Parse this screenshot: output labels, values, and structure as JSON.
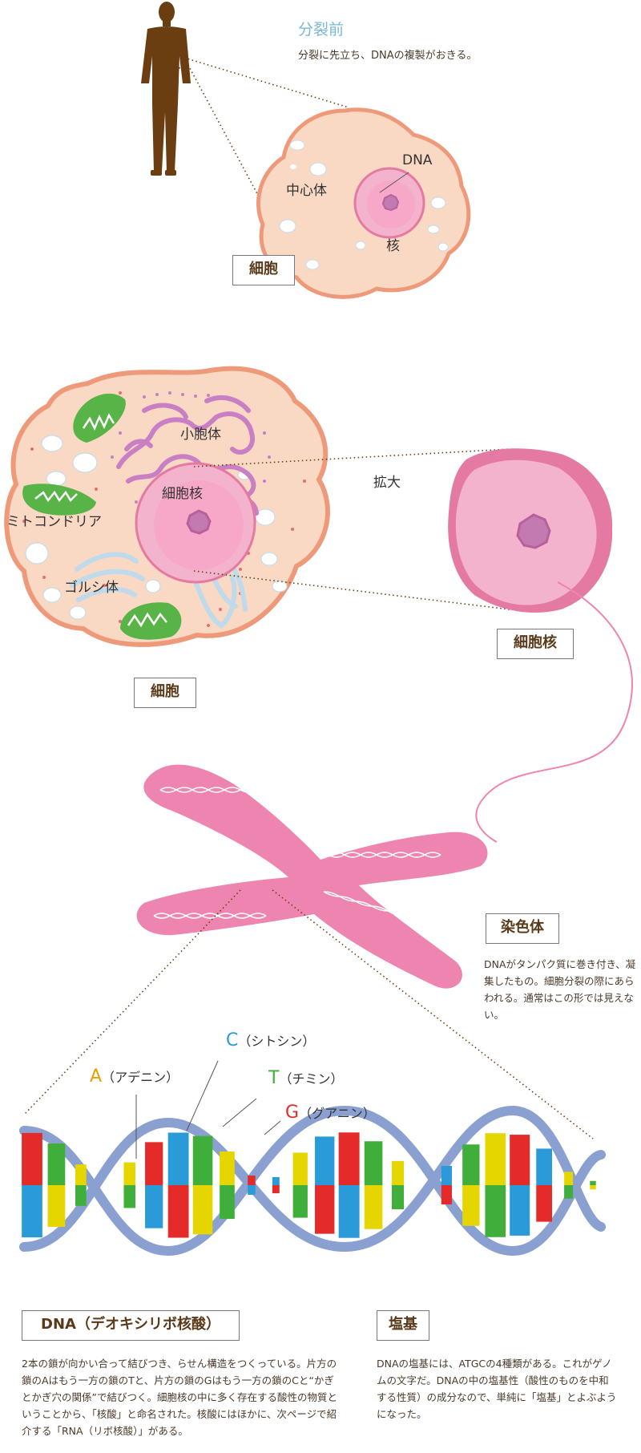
{
  "colors": {
    "skin": "#f9d8c4",
    "membrane": "#ee9a7a",
    "nucleus": "#f4b3cc",
    "nucleus_edge": "#e47aa2",
    "nucleolus": "#c37ab0",
    "chromosome": "#ee84b0",
    "golgi": "#c97fc4",
    "mito": "#58b447",
    "backbone": "#8aa0d0",
    "brown": "#6b3e12",
    "title_blue": "#7ab8d6",
    "A": "#e6d600",
    "T": "#3fae3a",
    "G": "#e52a2a",
    "C": "#2a9bd8"
  },
  "top": {
    "title": "分裂前",
    "subtitle": "分裂に先立ち、DNAの複製がおきる。",
    "label_dna": "DNA",
    "label_centrosome": "中心体",
    "label_nucleus": "核",
    "box_cell": "細胞"
  },
  "middle": {
    "label_vesicle": "小胞体",
    "label_cell_nucleus": "細胞核",
    "label_mito": "ミトコンドリア",
    "label_golgi": "ゴルシ体",
    "label_zoom": "拡大",
    "box_cell": "細胞",
    "box_nucleus": "細胞核"
  },
  "chromosome": {
    "box": "染色体",
    "desc": "DNAがタンパク質に巻き付き、凝集したもの。細胞分裂の際にあらわれる。通常はこの形では見えない。"
  },
  "bases": {
    "A": {
      "letter": "A",
      "name": "（アデニン）"
    },
    "C": {
      "letter": "C",
      "name": "（シトシン）"
    },
    "T": {
      "letter": "T",
      "name": "（チミン）"
    },
    "G": {
      "letter": "G",
      "name": "（グアニン）"
    }
  },
  "bottom": {
    "dna_box": "DNA（デオキシリボ核酸）",
    "dna_desc": "2本の鎖が向かい合って結びつき、らせん構造をつくっている。片方の鎖のAはもう一方の鎖のTと、片方の鎖のGはもう一方の鎖のCと“かぎとかぎ穴の関係”で結びつく。細胞核の中に多く存在する酸性の物質ということから、「核酸」と命名された。核酸にはほかに、次ページで紹介する「RNA（リボ核酸）」がある。",
    "base_box": "塩基",
    "base_desc": "DNAの塩基には、ATGCの4種類がある。これがゲノムの文字だ。DNAの中の塩基性（酸性のものを中和する性質）の成分なので、単純に「塩基」とよぶようになった。"
  }
}
